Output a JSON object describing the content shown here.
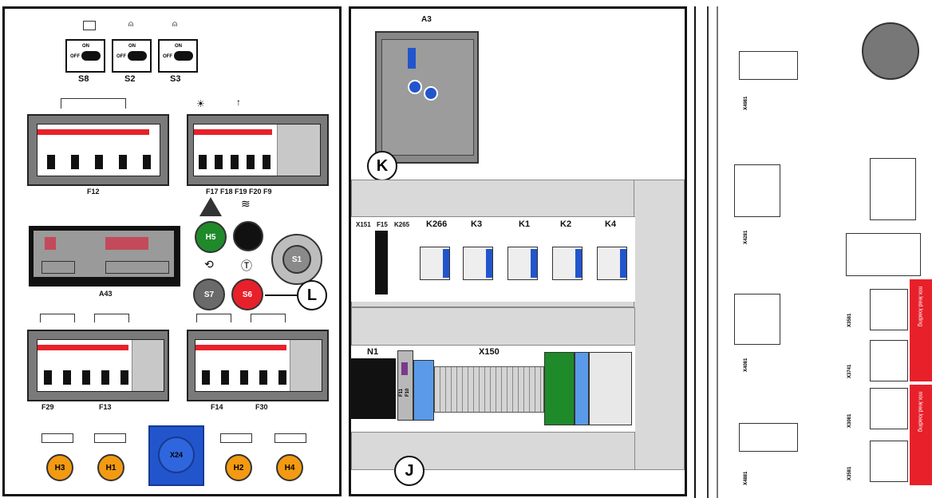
{
  "left_panel": {
    "switches": [
      {
        "label": "S8",
        "on_text": "ON",
        "off_text": "OFF"
      },
      {
        "label": "S2",
        "on_text": "ON",
        "off_text": "OFF"
      },
      {
        "label": "S3",
        "on_text": "ON",
        "off_text": "OFF"
      }
    ],
    "breaker_top_left_label": "F12",
    "breaker_top_right_label": "F17 F18 F19 F20 F9",
    "display_label": "A43",
    "lamps": {
      "h5": "H5",
      "s1": "S1",
      "s7": "S7",
      "s6": "S6"
    },
    "breaker_bottom_left_labels": [
      "F29",
      "F13"
    ],
    "breaker_bottom_right_labels": [
      "F14",
      "F30"
    ],
    "bottom_lamps": [
      "H3",
      "H1",
      "H2",
      "H4"
    ],
    "socket_label": "X24",
    "callout": "L"
  },
  "middle_panel": {
    "module_label": "A3",
    "callout_top": "K",
    "callout_bottom": "J",
    "rail_labels": [
      "X151",
      "F15",
      "K265",
      "K266",
      "K3",
      "K1",
      "K2",
      "K4"
    ],
    "n1_label": "N1",
    "x150_label": "X150",
    "fuse_labels": [
      "F11",
      "F10"
    ]
  },
  "right_panel": {
    "connector_ids": [
      "X4981",
      "X4281",
      "X4081",
      "X4881",
      "X3581",
      "X3741",
      "X3081",
      "X3581"
    ],
    "red_tags": [
      "mix.lead.loading",
      "mix.lead.loading"
    ]
  },
  "colors": {
    "red": "#e8202a",
    "green": "#1f8a2a",
    "blue": "#2255cc",
    "orange": "#f39a12",
    "gray": "#7a7a7a"
  }
}
